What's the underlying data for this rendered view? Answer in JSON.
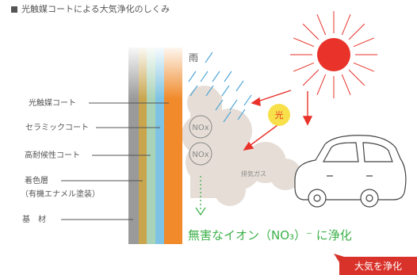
{
  "title": "光触媒コートによる大気浄化のしくみ",
  "layers": [
    {
      "label": "光触媒コート",
      "color": "#5aa0d8"
    },
    {
      "label": "セラミックコート",
      "color": "#7ec3e3"
    },
    {
      "label": "高耐候性コート",
      "color": "#a9d3b8"
    },
    {
      "label": "着色層",
      "sublabel": "（有機エナメル塗装）",
      "color": "#c9a64e"
    },
    {
      "label": "基　材",
      "color": "#9a9a9a"
    }
  ],
  "rain_label": "雨",
  "light_label": "光",
  "nox_label": "NOx",
  "exhaust_label": "排気ガス",
  "result_text": "無害なイオン（NO₃）⁻ に浄化",
  "badge_text": "大気を浄化",
  "colors": {
    "title_square": "#555555",
    "orange": "#f08a2a",
    "sun": "#e8322a",
    "light_circle": "#f7e04a",
    "result_text": "#3db04a",
    "badge": "#d9322a",
    "cloud": "#e6ded6"
  }
}
